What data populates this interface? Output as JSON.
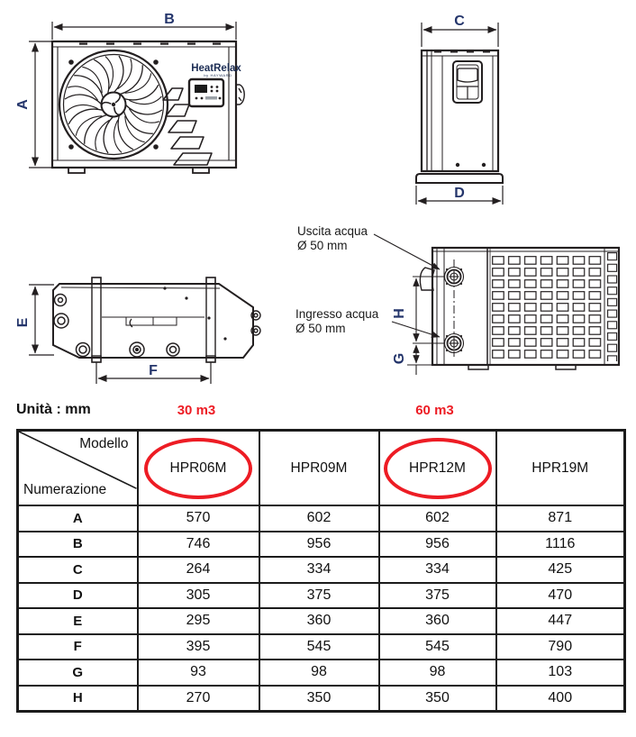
{
  "page": {
    "units_label": "Unità : mm"
  },
  "drawings": {
    "front_view": {
      "dim_width_label": "B",
      "dim_height_label": "A",
      "brand": "HeatRelax",
      "brand_sub": "by HAYWARD"
    },
    "side_view": {
      "dim_top_label": "C",
      "dim_base_label": "D"
    },
    "bottom_view": {
      "dim_depth_label": "E",
      "dim_feet_label": "F"
    },
    "back_view": {
      "outlet_label": "Uscita acqua",
      "outlet_size": "Ø 50 mm",
      "inlet_label": "Ingresso acqua",
      "inlet_size": "Ø 50 mm",
      "dim_upper_label": "H",
      "dim_lower_label": "G"
    }
  },
  "table": {
    "corner": {
      "top_right": "Modello",
      "bottom_left": "Numerazione"
    },
    "volume_annotations": [
      {
        "text": "30 m3",
        "over_model": "HPR06M"
      },
      {
        "text": "60 m3",
        "over_model": "HPR12M"
      }
    ],
    "models": [
      "HPR06M",
      "HPR09M",
      "HPR12M",
      "HPR19M"
    ],
    "circled_models": [
      "HPR06M",
      "HPR12M"
    ],
    "rows": [
      {
        "dim": "A",
        "values": [
          "570",
          "602",
          "602",
          "871"
        ]
      },
      {
        "dim": "B",
        "values": [
          "746",
          "956",
          "956",
          "1116"
        ]
      },
      {
        "dim": "C",
        "values": [
          "264",
          "334",
          "334",
          "425"
        ]
      },
      {
        "dim": "D",
        "values": [
          "305",
          "375",
          "375",
          "470"
        ]
      },
      {
        "dim": "E",
        "values": [
          "295",
          "360",
          "360",
          "447"
        ]
      },
      {
        "dim": "F",
        "values": [
          "395",
          "545",
          "545",
          "790"
        ]
      },
      {
        "dim": "G",
        "values": [
          "93",
          "98",
          "98",
          "103"
        ]
      },
      {
        "dim": "H",
        "values": [
          "270",
          "350",
          "350",
          "400"
        ]
      }
    ]
  },
  "colors": {
    "accent_red": "#ed1c24",
    "dimension_letter_blue": "#24356b",
    "line_black": "#231f20"
  }
}
